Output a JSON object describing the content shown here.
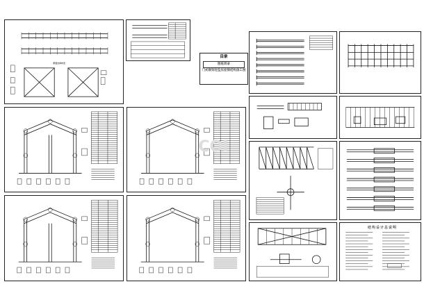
{
  "canvas": {
    "background": "#ffffff",
    "line_color": "#111111"
  },
  "cover": {
    "title": "目录",
    "subtitle": "图纸目录",
    "lines": [
      "门式钢架轻型房屋钢结构施工图"
    ]
  },
  "design_notes": {
    "title": "结构设计总说明"
  },
  "watermark": {
    "text": "COI",
    "color": "#d8d8d8"
  }
}
